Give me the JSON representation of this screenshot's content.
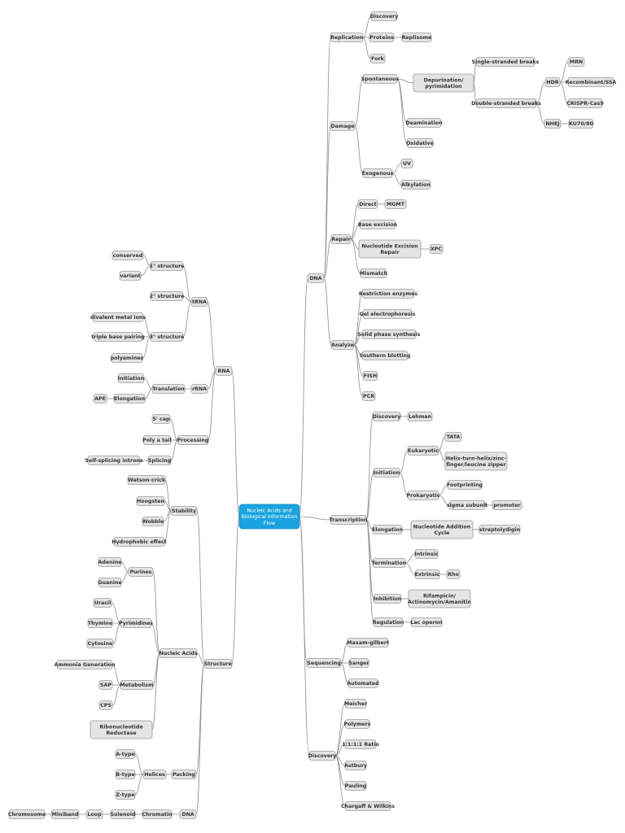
{
  "diagram": {
    "accent_color": "#1aa3e0",
    "node_color": "#e4e4e4",
    "edge_color": "#8f8f8f",
    "nodes": {
      "root": [
        "Nucleic Acids and",
        "Biological Information",
        "Flow"
      ],
      "dna": [
        "DNA"
      ],
      "replication": [
        "Replication"
      ],
      "rep_discovery": [
        "Discovery"
      ],
      "rep_proteins": [
        "Proteins"
      ],
      "replisome": [
        "Replisome"
      ],
      "fork": [
        "Fork"
      ],
      "damage": [
        "Damage"
      ],
      "spontaneous": [
        "Spontaneous"
      ],
      "depurination": [
        "Depurination/",
        "pyrimidation"
      ],
      "ss_breaks": [
        "Single-stranded breaks"
      ],
      "ds_breaks": [
        "Double-stranded breaks"
      ],
      "hdr": [
        "HDR"
      ],
      "mrn": [
        "MRN"
      ],
      "recombinant": [
        "Recombinant/SSA"
      ],
      "crispr": [
        "CRISPR-Cas9"
      ],
      "nhej": [
        "NHEJ"
      ],
      "ku": [
        "KU70/80"
      ],
      "deamination": [
        "Deamination"
      ],
      "oxidative": [
        "Oxidative"
      ],
      "exogenous": [
        "Exogenous"
      ],
      "uv": [
        "UV"
      ],
      "alkylation": [
        "Alkylation"
      ],
      "repair": [
        "Repair"
      ],
      "direct": [
        "Direct"
      ],
      "mgmt": [
        "MGMT"
      ],
      "base_excision": [
        "Base excision"
      ],
      "ner": [
        "Nucleotide Excision",
        "Repair"
      ],
      "xpc": [
        "XPC"
      ],
      "mismatch": [
        "Mismatch"
      ],
      "analyze": [
        "Analyze"
      ],
      "restriction": [
        "Restriction enzymes"
      ],
      "gel": [
        "Gel electrophoresis"
      ],
      "solid_phase": [
        "Solid phase synthesis"
      ],
      "southern": [
        "Southern blotting"
      ],
      "fish": [
        "FISH"
      ],
      "pcr": [
        "PCR"
      ],
      "transcription": [
        "Transcription"
      ],
      "tr_discovery": [
        "Discovery"
      ],
      "lehman": [
        "Lehman"
      ],
      "initiation": [
        "Initiation"
      ],
      "eukaryotic": [
        "Eukaryotic"
      ],
      "tata": [
        "TATA"
      ],
      "helix": [
        "Helix-turn-helix/zinc-",
        "finger/leucine zipper"
      ],
      "prokaryotic": [
        "Prokaryotic"
      ],
      "footprinting": [
        "Footprinting"
      ],
      "sigma": [
        "sigma subunit"
      ],
      "promoter": [
        "promoter"
      ],
      "elongation": [
        "Elongation"
      ],
      "nac": [
        "Nucleotide Addition",
        "Cycle"
      ],
      "streptolydigin": [
        "streptolydigin"
      ],
      "termination": [
        "Termination"
      ],
      "intrinsic": [
        "Intrinsic"
      ],
      "extrinsic": [
        "Extrinsic"
      ],
      "rho": [
        "Rho"
      ],
      "inhibition": [
        "Inhibition"
      ],
      "rifampicin": [
        "Rifampicin/",
        "Actinomycin/Amanitin"
      ],
      "regulation": [
        "Regulation"
      ],
      "lac": [
        "Lac operon"
      ],
      "sequencing": [
        "Sequencing"
      ],
      "maxam": [
        "Maxam-gilbert"
      ],
      "sanger": [
        "Sanger"
      ],
      "automated": [
        "Automated"
      ],
      "discovery": [
        "Discovery"
      ],
      "meicher": [
        "Meicher"
      ],
      "polymers": [
        "Polymers"
      ],
      "ratio": [
        "1:1:1:1 Ratio"
      ],
      "astbury": [
        "Astbury"
      ],
      "pauling": [
        "Pauling"
      ],
      "chargaff": [
        "Chargaff & Wilkins"
      ],
      "rna": [
        "RNA"
      ],
      "trna": [
        "tRNA"
      ],
      "struct1": [
        "1° structure"
      ],
      "conserved": [
        "conserved"
      ],
      "variant": [
        "variant"
      ],
      "struct2": [
        "2° structure"
      ],
      "struct3": [
        "3° structure"
      ],
      "divalent": [
        "divalent metal ions"
      ],
      "triple": [
        "triple base pairing"
      ],
      "polyamines": [
        "polyamines"
      ],
      "rrna": [
        "rRNA"
      ],
      "translation": [
        "Translation"
      ],
      "rna_initiation": [
        "Initiation"
      ],
      "rna_elongation": [
        "Elongation"
      ],
      "ape": [
        "APE"
      ],
      "processing": [
        "Processing"
      ],
      "cap": [
        "5' cap"
      ],
      "polya": [
        "Poly a tail"
      ],
      "splicing": [
        "Splicing"
      ],
      "self_splicing": [
        "Self-splicing introns"
      ],
      "structure": [
        "Structure"
      ],
      "stability": [
        "Stability"
      ],
      "watson": [
        "Watson-crick"
      ],
      "hoogsten": [
        "Hoogsten"
      ],
      "wobble": [
        "Wobble"
      ],
      "hydrophobic": [
        "Hydrophobic effect"
      ],
      "nucleic_acids": [
        "Nucleic Acids"
      ],
      "purines": [
        "Purines"
      ],
      "adenine": [
        "Adenine"
      ],
      "guanine": [
        "Guanine"
      ],
      "pyrimidines": [
        "Pyrimidines"
      ],
      "uracil": [
        "Uracil"
      ],
      "thymine": [
        "Thymine"
      ],
      "cytosine": [
        "Cytosine"
      ],
      "metabolism": [
        "Metabolism"
      ],
      "ammonia": [
        "Ammonia Generation"
      ],
      "sap": [
        "SAP"
      ],
      "cps": [
        "CPS"
      ],
      "ribonucleotide": [
        "Ribonucleotide",
        "Reductase"
      ],
      "packing": [
        "Packing"
      ],
      "helices": [
        "Helices"
      ],
      "atype": [
        "A-type"
      ],
      "btype": [
        "B-type"
      ],
      "ztype": [
        "Z-type"
      ],
      "pk_dna": [
        "DNA"
      ],
      "chromatin": [
        "Chromatin"
      ],
      "solenoid": [
        "Solenoid"
      ],
      "loop": [
        "Loop"
      ],
      "miniband": [
        "Miniband"
      ],
      "chromosome": [
        "Chromosome"
      ]
    }
  }
}
